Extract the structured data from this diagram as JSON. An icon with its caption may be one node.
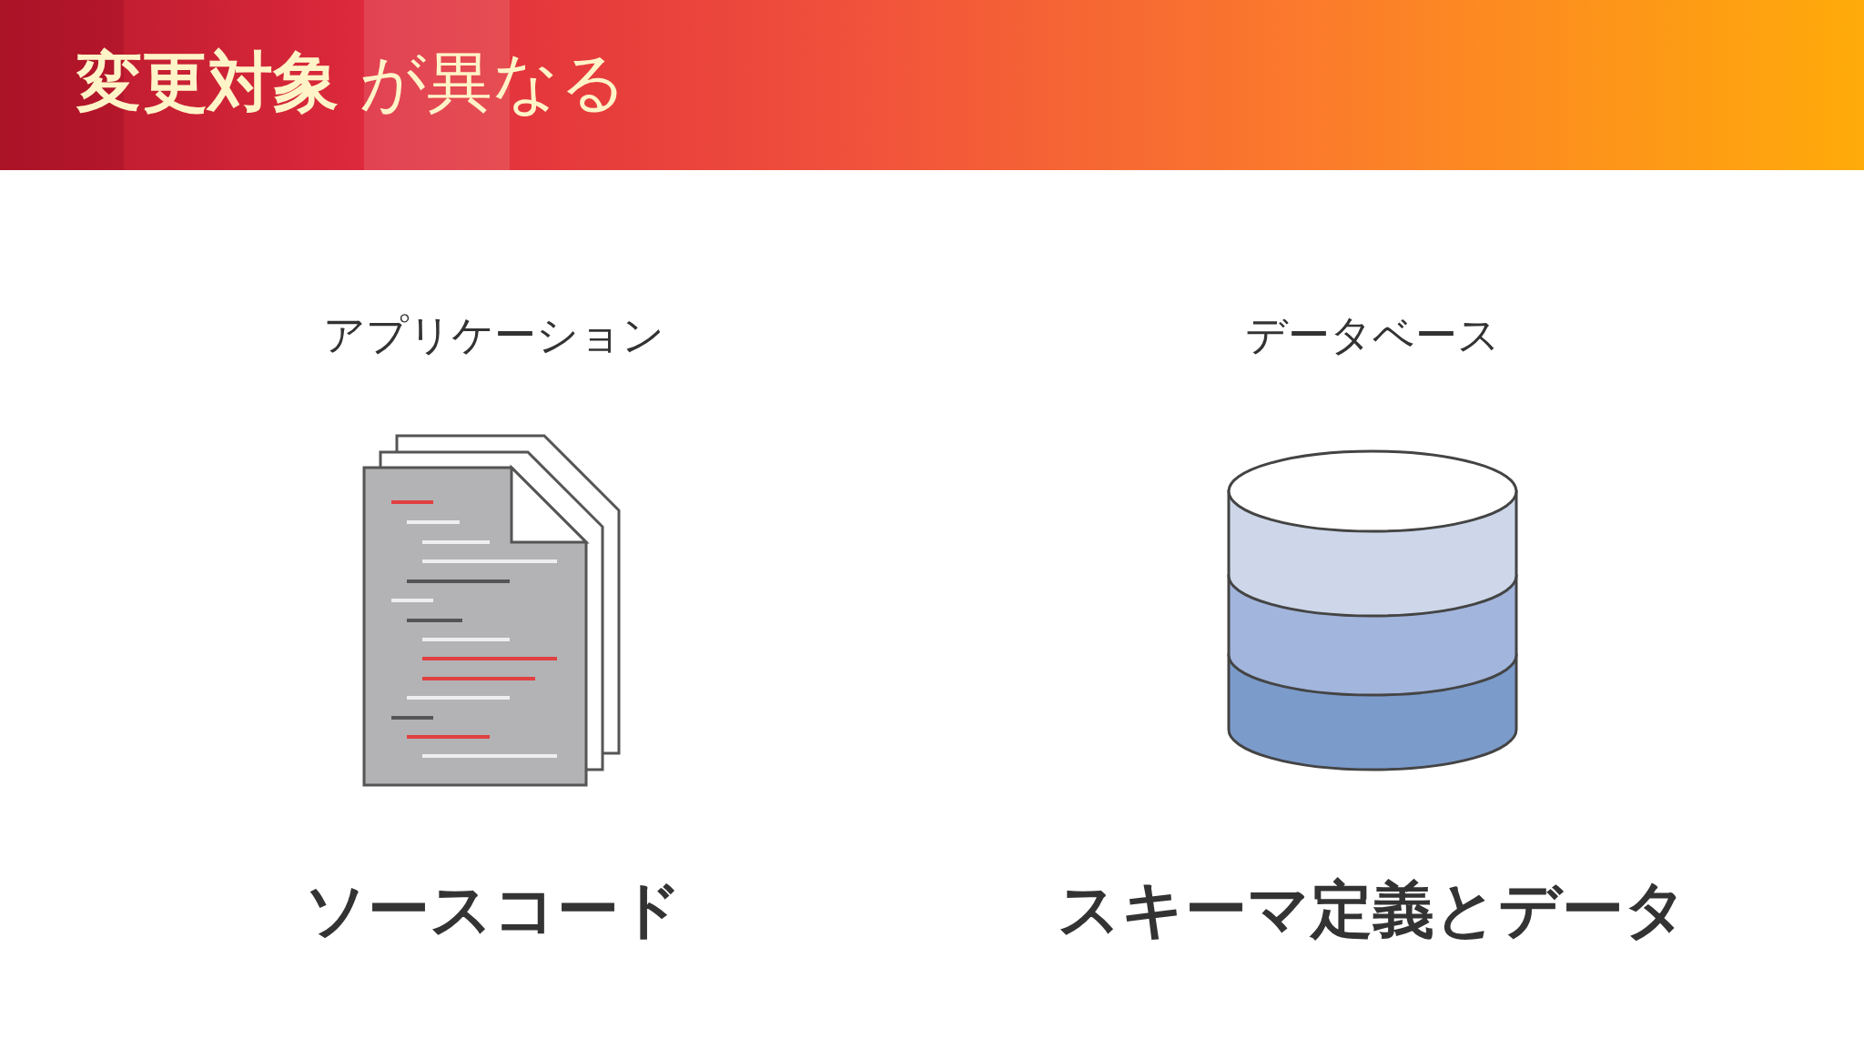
{
  "diagram": {
    "title": "**変更対象** が異なる",
    "labels": [
      "アプリケーション",
      "データベース",
      "ソースコード",
      "スキーマ定義とデータ"
    ]
  }
}
